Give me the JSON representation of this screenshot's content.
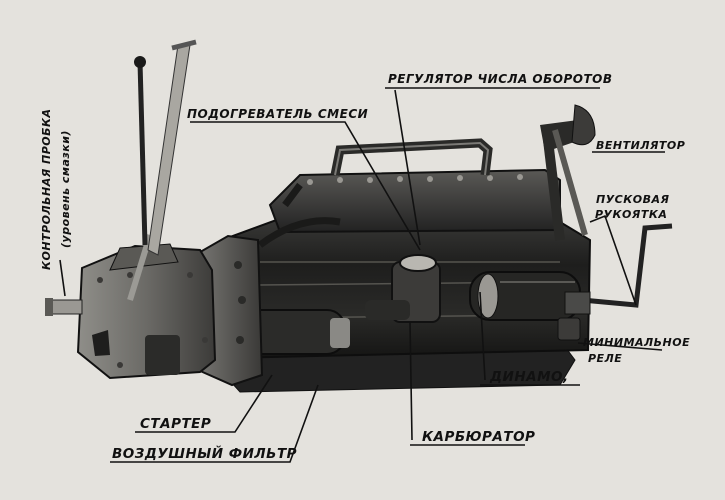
{
  "labels": {
    "oil_plug_line1": "КОНТРОЛЬНАЯ ПРОБКА",
    "oil_plug_line2": "(уровень смазки)",
    "mixture_heater": "ПОДОГРЕВАТЕЛЬ СМЕСИ",
    "speed_governor": "РЕГУЛЯТОР ЧИСЛА ОБОРОТОВ",
    "fan": "ВЕНТИЛЯТОР",
    "crank_handle_line1": "ПУСКОВАЯ",
    "crank_handle_line2": "РУКОЯТКА",
    "relay_line1": "МИНИМАЛЬНОЕ",
    "relay_line2": "РЕЛЕ",
    "dynamo": "ДИНАМО,",
    "carburetor": "КАРБЮРАТОР",
    "starter": "СТАРТЕР",
    "air_filter": "ВОЗДУШНЫЙ ФИЛЬТР"
  },
  "colors": {
    "paper": "#e4e2dd",
    "ink": "#111111",
    "metal_dark": "#1c1c1c",
    "metal_mid": "#4a4a48",
    "metal_light": "#8a8985"
  }
}
